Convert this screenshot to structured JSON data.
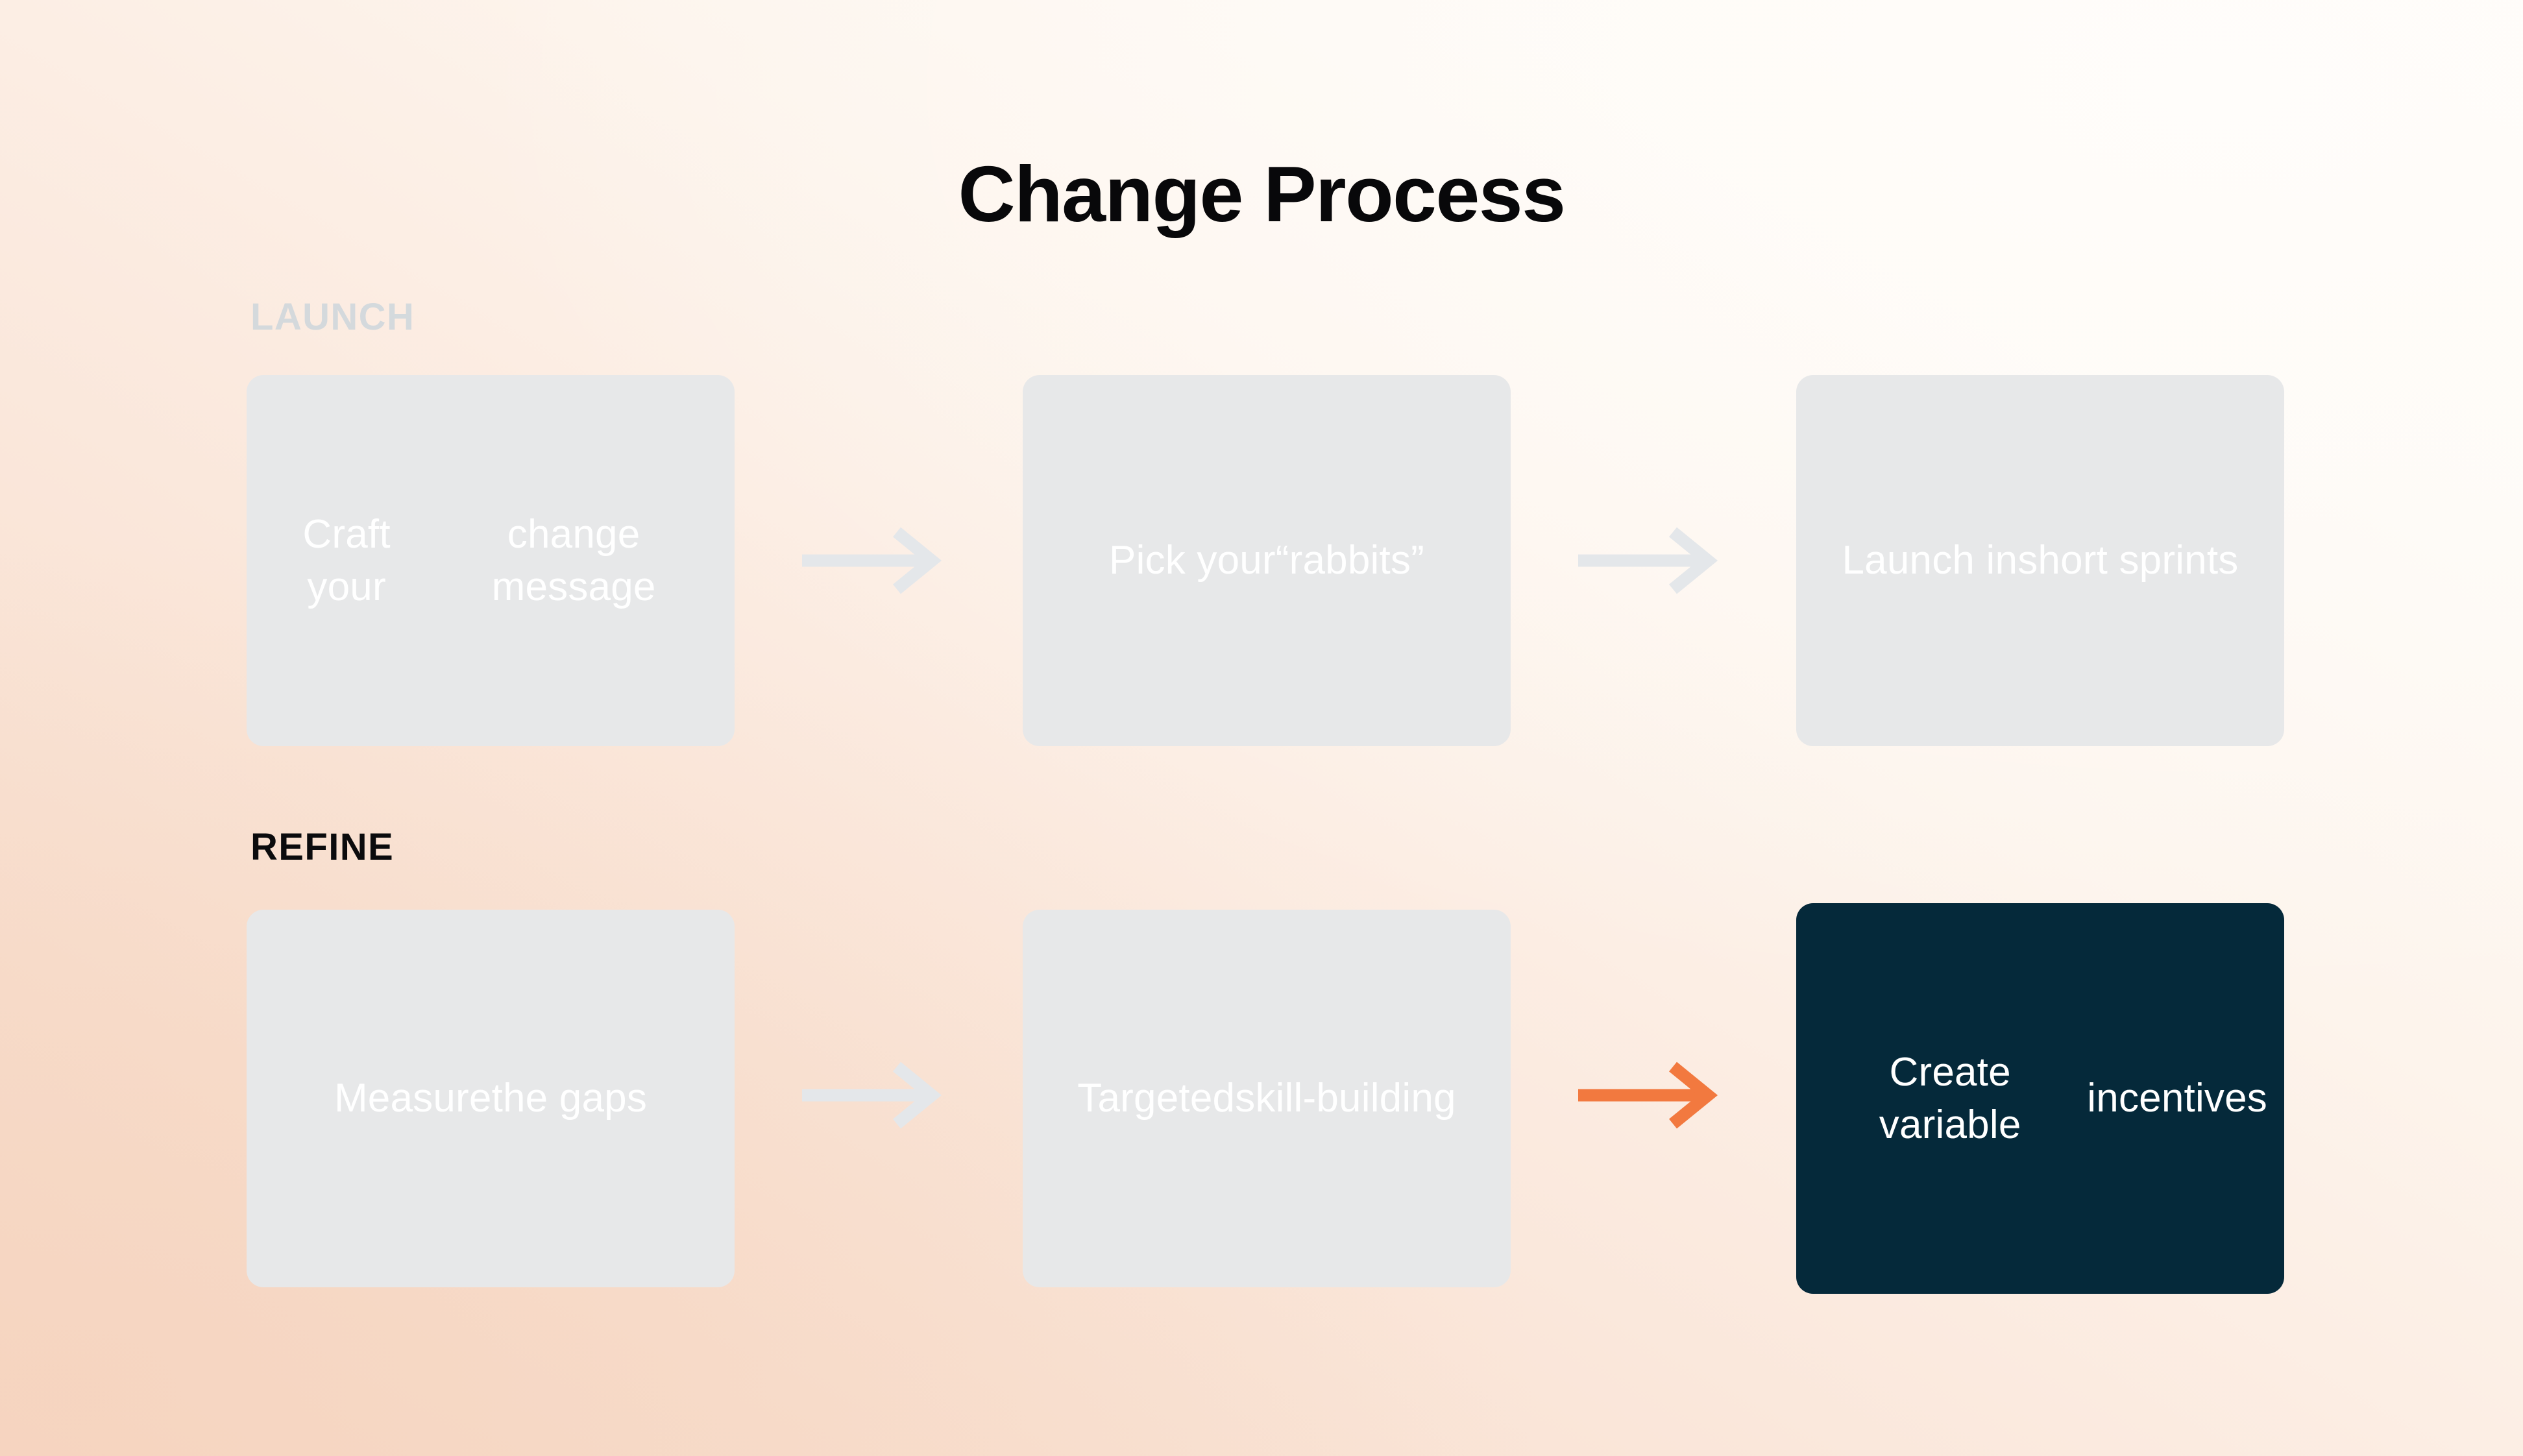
{
  "page": {
    "title": "Change Process",
    "background_from": "#F6D9C7",
    "background_to": "#FFFBF7"
  },
  "theme": {
    "card_muted_bg": "#E7E8E9",
    "card_muted_text": "#FFFFFF",
    "card_active_bg": "#05293A",
    "card_active_text": "#FFFFFF",
    "arrow_muted": "#E4E7EA",
    "arrow_accent": "#F2793F",
    "label_muted": "#B4CBD8",
    "label_active": "#0B0B0D"
  },
  "sections": [
    {
      "id": "launch",
      "label": "LAUNCH",
      "state": "muted",
      "steps": [
        {
          "line1": "Craft your",
          "line2": "change message",
          "state": "muted"
        },
        {
          "line1": "Pick your",
          "line2": "“rabbits”",
          "state": "muted"
        },
        {
          "line1": "Launch in",
          "line2": "short sprints",
          "state": "muted"
        }
      ],
      "connectors": [
        {
          "color": "#E4E7EA",
          "state": "muted"
        },
        {
          "color": "#E4E7EA",
          "state": "muted"
        }
      ]
    },
    {
      "id": "refine",
      "label": "REFINE",
      "state": "active",
      "steps": [
        {
          "line1": "Measure",
          "line2": "the gaps",
          "state": "muted"
        },
        {
          "line1": "Targeted",
          "line2": "skill-building",
          "state": "muted"
        },
        {
          "line1": "Create variable",
          "line2": "incentives",
          "state": "active"
        }
      ],
      "connectors": [
        {
          "color": "#E4E7EA",
          "state": "muted"
        },
        {
          "color": "#F2793F",
          "state": "accent"
        }
      ]
    }
  ]
}
